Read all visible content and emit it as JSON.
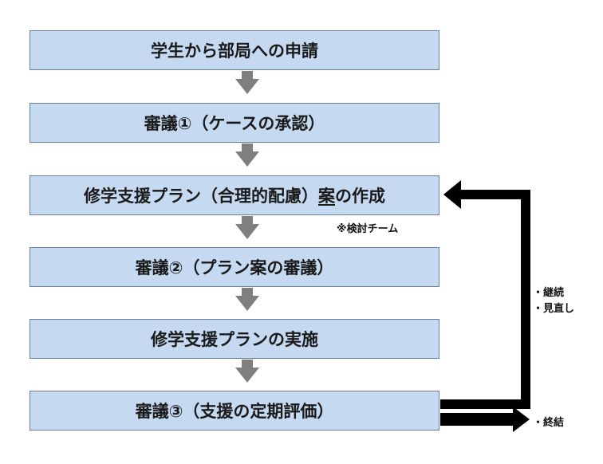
{
  "steps": [
    {
      "label": "学生から部局への申請"
    },
    {
      "label": "審議①（ケースの承認）"
    },
    {
      "label_before": "修学支援プラン（合理的配慮）",
      "label_underlined": "案",
      "label_after": "の作成"
    },
    {
      "label": "審議②（プラン案の審議）"
    },
    {
      "label": "修学支援プランの実施"
    },
    {
      "label": "審議③（支援の定期評価）"
    }
  ],
  "notes": {
    "review_team": "※検討チーム",
    "loop_label_1": "・継続",
    "loop_label_2": "・見直し",
    "end_label": "・終結"
  },
  "colors": {
    "box_fill": "#c5d9f0",
    "box_border": "#6b7f96",
    "down_arrow": "#7f7f7f",
    "loop_arrow": "#000000"
  }
}
